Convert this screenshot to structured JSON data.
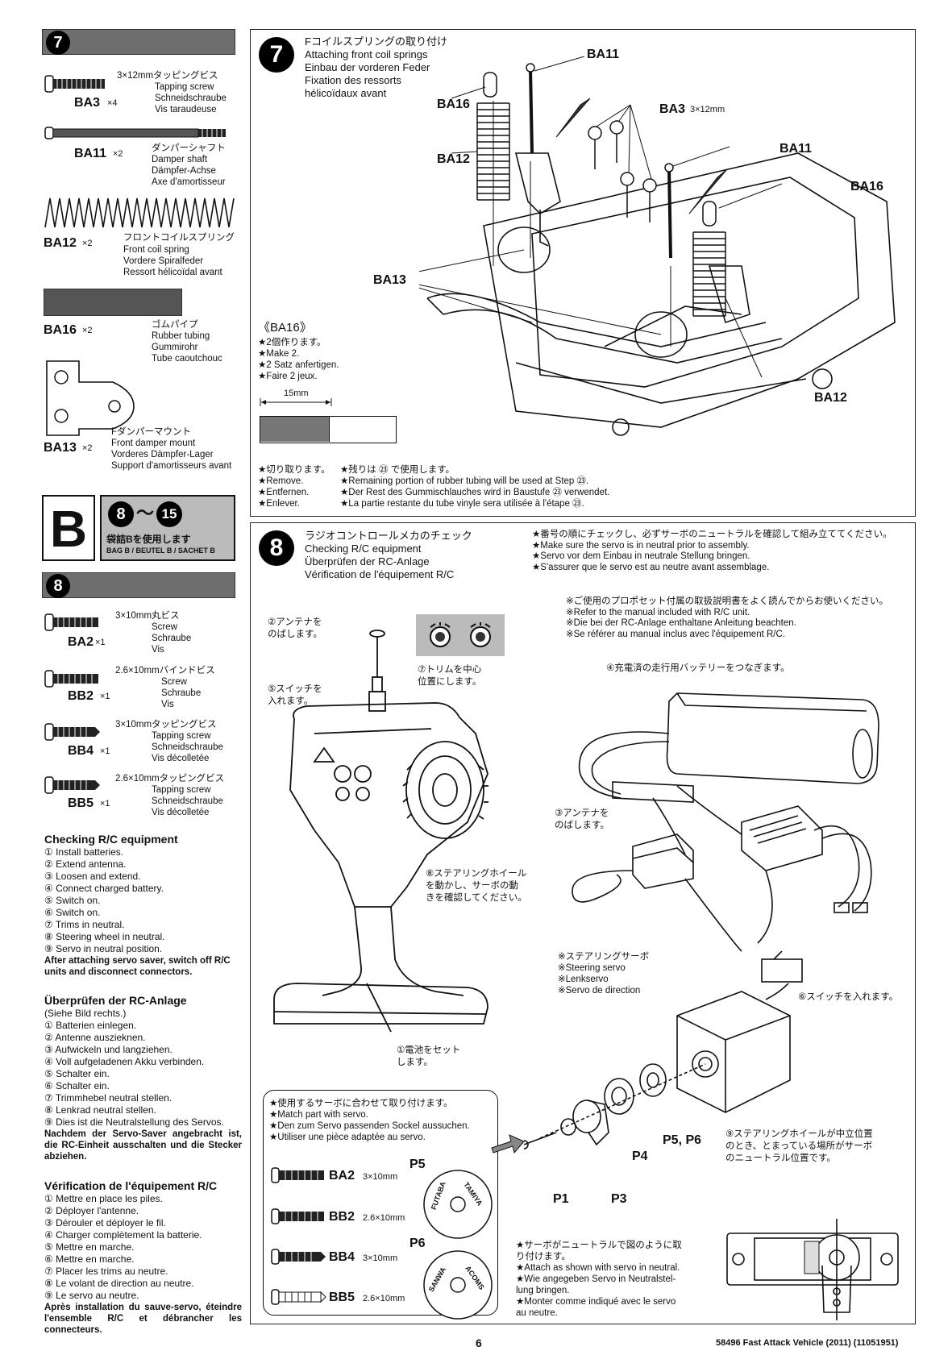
{
  "left": {
    "step7_num": "7",
    "parts7": [
      {
        "code": "BA3",
        "qty": "×4",
        "size": "3×12mmタッピングビス",
        "names": "Tapping screw\nSchneidschraube\nVis taraudeuse"
      },
      {
        "code": "BA11",
        "qty": "×2",
        "size": "ダンパーシャフト",
        "names": "Damper shaft\nDämpfer-Achse\nAxe d'amortisseur"
      },
      {
        "code": "BA12",
        "qty": "×2",
        "size": "フロントコイルスプリング",
        "names": "Front coil spring\nVordere Spiralfeder\nRessort hélicoïdal avant"
      },
      {
        "code": "BA16",
        "qty": "×2",
        "size": "ゴムパイプ",
        "names": "Rubber tubing\nGummirohr\nTube caoutchouc"
      },
      {
        "code": "BA13",
        "qty": "×2",
        "size": "Fダンパーマウント",
        "names": "Front damper mount\nVorderes Dämpfer-Lager\nSupport d'amortisseurs avant"
      }
    ],
    "bag_letter": "B",
    "bag_range_from": "8",
    "bag_range_sep": "〜",
    "bag_range_to": "15",
    "bag_jp": "袋詰Bを使用します",
    "bag_en": "BAG B / BEUTEL B / SACHET B",
    "step8_num": "8",
    "parts8": [
      {
        "code": "BA2",
        "qty": "×1",
        "size": "3×10mm丸ビス",
        "names": "Screw\nSchraube\nVis"
      },
      {
        "code": "BB2",
        "qty": "×1",
        "size": "2.6×10mmバインドビス",
        "names": "Screw\nSchraube\nVis"
      },
      {
        "code": "BB4",
        "qty": "×1",
        "size": "3×10mmタッピングビス",
        "names": "Tapping screw\nSchneidschraube\nVis décolletée"
      },
      {
        "code": "BB5",
        "qty": "×1",
        "size": "2.6×10mmタッピングビス",
        "names": "Tapping screw\nSchneidschraube\nVis décolletée"
      }
    ],
    "check_en_title": "Checking R/C equipment",
    "check_en": [
      "① Install batteries.",
      "② Extend antenna.",
      "③ Loosen and extend.",
      "④ Connect charged battery.",
      "⑤ Switch on.",
      "⑥ Switch on.",
      "⑦ Trims in neutral.",
      "⑧ Steering wheel in neutral.",
      "⑨ Servo in neutral position."
    ],
    "check_en_note": "After attaching servo saver, switch off R/C units and disconnect connectors.",
    "check_de_title": "Überprüfen der RC-Anlage",
    "check_de_sub": "(Siehe Bild rechts.)",
    "check_de": [
      "① Batterien einlegen.",
      "② Antenne auszieknen.",
      "③ Aufwickeln und langziehen.",
      "④ Voll aufgeladenen Akku verbinden.",
      "⑤ Schalter ein.",
      "⑥ Schalter ein.",
      "⑦ Trimmhebel neutral stellen.",
      "⑧ Lenkrad neutral stellen.",
      "⑨ Dies ist die Neutralstellung des Servos."
    ],
    "check_de_note": "Nachdem der Servo-Saver angebracht ist, die RC-Einheit ausschalten und die Stecker abziehen.",
    "check_fr_title": "Vérification de l'équipement R/C",
    "check_fr": [
      "① Mettre en place les piles.",
      "② Déployer l'antenne.",
      "③ Dérouler et déployer le fil.",
      "④ Charger complètement la batterie.",
      "⑤ Mettre en marche.",
      "⑥ Mettre en marche.",
      "⑦ Placer les trims au neutre.",
      "⑧ Le volant de direction au neutre.",
      "⑨ Le servo au neutre."
    ],
    "check_fr_note": "Après installation du sauve-servo, éteindre l'ensemble R/C et débrancher les connecteurs."
  },
  "step7": {
    "num": "7",
    "title": "Fコイルスプリングの取り付け\nAttaching front coil springs\nEinbau der vorderen Feder\nFixation des ressorts\nhélicoïdaux avant",
    "labels": {
      "ba11a": "BA11",
      "ba16a": "BA16",
      "ba3": "BA3",
      "ba3size": "3×12mm",
      "ba12a": "BA12",
      "ba11b": "BA11",
      "ba16b": "BA16",
      "ba13": "BA13",
      "ba12b": "BA12"
    },
    "ba16_note_title": "《BA16》",
    "ba16_note": "★2個作ります。\n★Make 2.\n★2 Satz anfertigen.\n★Faire 2 jeux.",
    "dim": "15mm",
    "cut_note": "★切り取ります。\n★Remove.\n★Entfernen.\n★Enlever.",
    "remain_note": "★残りは ㉓ で使用します。\n★Remaining portion of rubber tubing will be used at Step ㉓.\n★Der Rest des Gummischlauches wird in Baustufe ㉓ verwendet.\n★La partie restante du tube vinyle sera utilisée à l'étape ㉓."
  },
  "step8": {
    "num": "8",
    "title": "ラジオコントロールメカのチェック\nChecking R/C equipment\nÜberprüfen der RC-Anlage\nVérification de l'équipement R/C",
    "header_notes": "★番号の順にチェックし、必ずサーボのニュートラルを確認して組み立ててください。\n★Make sure the servo is in neutral prior to assembly.\n★Servo vor dem Einbau in neutrale Stellung bringen.\n★S'assurer que le servo est au neutre avant assemblage.",
    "manual_note": "※ご使用のプロポセット付属の取扱説明書をよく読んでからお使いください。\n※Refer to the manual included with R/C unit.\n※Die bei der RC-Anlage enthaltane Anleitung beachten.\n※Se référer au manual inclus avec l'équipement R/C.",
    "a2": "②アンテナを\nのばします。",
    "a7": "⑦トリムを中心\n位置にします。",
    "a5": "⑤スイッチを\n入れます。",
    "a4": "④充電済の走行用バッテリーをつなぎます。",
    "a3": "③アンテナを\nのばします。",
    "a8": "⑧ステアリングホイール\nを動かし、サーボの動\nきを確認してください。",
    "servo_label": "※ステアリングサーボ\n※Steering servo\n※Lenkservo\n※Servo de direction",
    "a6": "⑥スイッチを入れます。",
    "a1": "①電池をセット\nします。",
    "a9": "⑨ステアリングホイールが中立位置\nのとき、とまっている場所がサーボ\nのニュートラル位置です。",
    "match_note": "★使用するサーボに合わせて取り付けます。\n★Match part with servo.\n★Den zum Servo passenden Sockel aussuchen.\n★Utiliser une pièce adaptée au servo.",
    "screws": [
      {
        "code": "BA2",
        "size": "3×10mm"
      },
      {
        "code": "BB2",
        "size": "2.6×10mm"
      },
      {
        "code": "BB4",
        "size": "3×10mm"
      },
      {
        "code": "BB5",
        "size": "2.6×10mm"
      }
    ],
    "p5": "P5",
    "p6": "P6",
    "p5_brands": [
      "FUTABA",
      "TAMIYA"
    ],
    "p6_brands": [
      "SANWA",
      "ACOMS"
    ],
    "parts_labels": {
      "p1": "P1",
      "p3": "P3",
      "p4": "P4",
      "p56": "P5, P6"
    },
    "neutral_note": "★サーボがニュートラルで図のように取\nり付けます。\n★Attach as shown with servo in neutral.\n★Wie angegeben Servo in Neutralstel-\nlung bringen.\n★Monter comme indiqué avec le servo\nau neutre."
  },
  "footer": {
    "page": "6",
    "code": "58496 Fast Attack Vehicle (2011) (11051951)"
  }
}
